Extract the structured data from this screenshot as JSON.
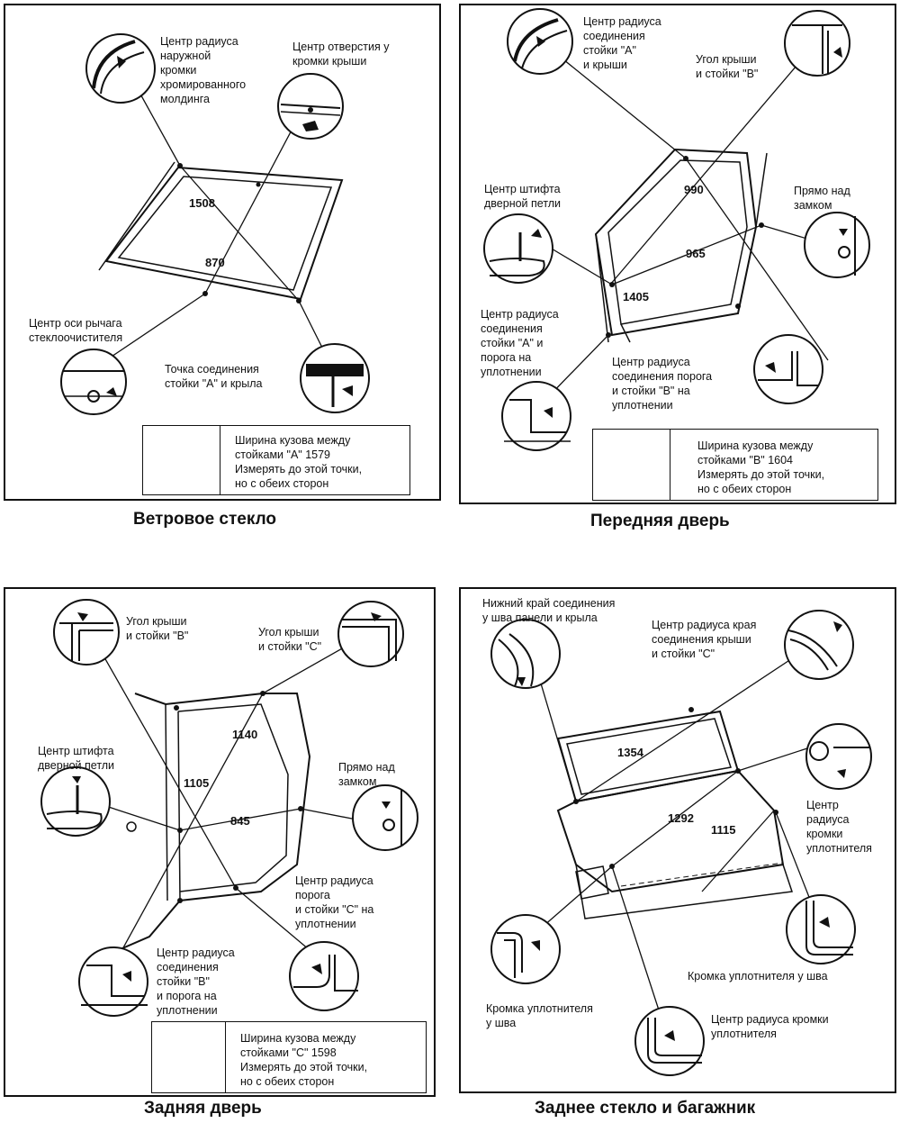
{
  "panels": [
    {
      "caption": "Ветровое стекло",
      "labels": [
        "Центр радиуса\nнаружной\nкромки\nхромированного\nмолдинга",
        "Центр отверстия у\nкромки крыши",
        "Центр оси рычага\nстеклоочистителя",
        "Точка соединения\nстойки \"А\" и крыла"
      ],
      "dims": [
        "1508",
        "870"
      ],
      "note": "Ширина кузова между\nстойками \"А\" 1579\nИзмерять до этой точки,\nно с обеих сторон"
    },
    {
      "caption": "Передняя дверь",
      "labels": [
        "Центр радиуса\nсоединения\nстойки \"А\"\nи крыши",
        "Угол крыши\nи стойки \"В\"",
        "Центр штифта\nдверной петли",
        "Прямо над\nзамком",
        "Центр радиуса\nсоединения\nстойки \"А\" и\nпорога на\nуплотнении",
        "Центр радиуса\nсоединения порога\nи стойки \"В\" на\nуплотнении"
      ],
      "dims": [
        "990",
        "965",
        "1405"
      ],
      "note": "Ширина кузова между\nстойками \"В\" 1604\nИзмерять до этой точки,\nно с обеих сторон"
    },
    {
      "caption": "Задняя дверь",
      "labels": [
        "Угол крыши\nи стойки \"В\"",
        "Угол крыши\nи стойки \"С\"",
        "Центр штифта\nдверной петли",
        "Прямо над\nзамком",
        "Центр радиуса\nпорога\nи стойки \"С\" на\nуплотнении",
        "Центр радиуса\nсоединения\nстойки \"В\"\nи порога на\nуплотнении"
      ],
      "dims": [
        "1140",
        "1105",
        "845"
      ],
      "note": "Ширина кузова между\nстойками \"С\" 1598\nИзмерять до этой точки,\nно с обеих сторон"
    },
    {
      "caption": "Заднее стекло и багажник",
      "labels": [
        "Нижний край соединения\nу шва панели и крыла",
        "Центр радиуса края\nсоединения крыши\nи стойки \"С\"",
        "Центр\nрадиуса\nкромки\nуплотнителя",
        "Кромка уплотнителя у шва",
        "Кромка уплотнителя\nу шва",
        "Центр радиуса кромки\nуплотнителя"
      ],
      "dims": [
        "1354",
        "1292",
        "1115"
      ]
    }
  ]
}
